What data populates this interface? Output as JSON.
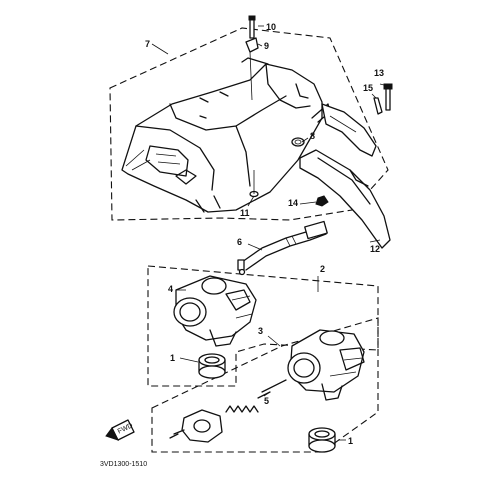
{
  "callouts": {
    "c1a": "1",
    "c1b": "1",
    "c2": "2",
    "c3": "3",
    "c4": "4",
    "c5": "5",
    "c6": "6",
    "c7": "7",
    "c8": "8",
    "c9": "9",
    "c10": "10",
    "c11": "11",
    "c12": "12",
    "c13": "13",
    "c14": "14",
    "c15": "15"
  },
  "catalog_code": "3VD1300-1510",
  "direction_badge": "FWD",
  "colors": {
    "line": "#111111",
    "background": "#ffffff"
  }
}
